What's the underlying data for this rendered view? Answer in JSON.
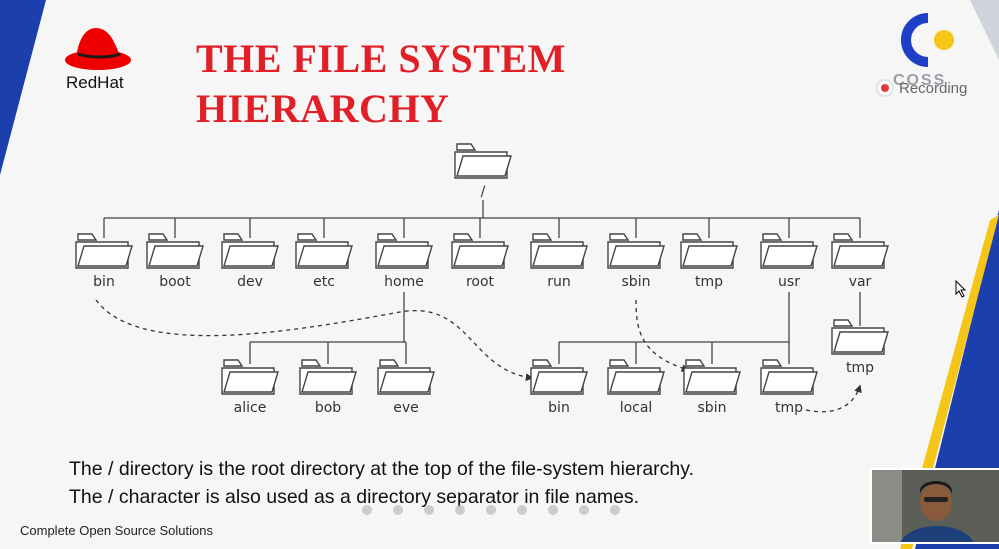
{
  "branding": {
    "redhat_label": "RedHat",
    "coss_label": "COSS",
    "footer": "Complete Open Source Solutions"
  },
  "slide": {
    "title_line1": "THE FILE SYSTEM",
    "title_line2": "HIERARCHY",
    "description_line1": "The / directory is the root directory at the top of the file-system hierarchy.",
    "description_line2": "The / character is also used as a directory separator in file names."
  },
  "recording": {
    "label": "Recording"
  },
  "tree": {
    "root": "/",
    "level1": [
      "bin",
      "boot",
      "dev",
      "etc",
      "home",
      "root",
      "run",
      "sbin",
      "tmp",
      "usr",
      "var"
    ],
    "home_children": [
      "alice",
      "bob",
      "eve"
    ],
    "usr_children": [
      "bin",
      "local",
      "sbin",
      "tmp"
    ],
    "var_children": [
      "tmp"
    ]
  },
  "pagination": {
    "dot_count": 9
  },
  "colors": {
    "title_red": "#e01f26",
    "stripe_blue": "#1c3fae",
    "stripe_yellow": "#f5c518",
    "coss_blue": "#1e40c8"
  }
}
